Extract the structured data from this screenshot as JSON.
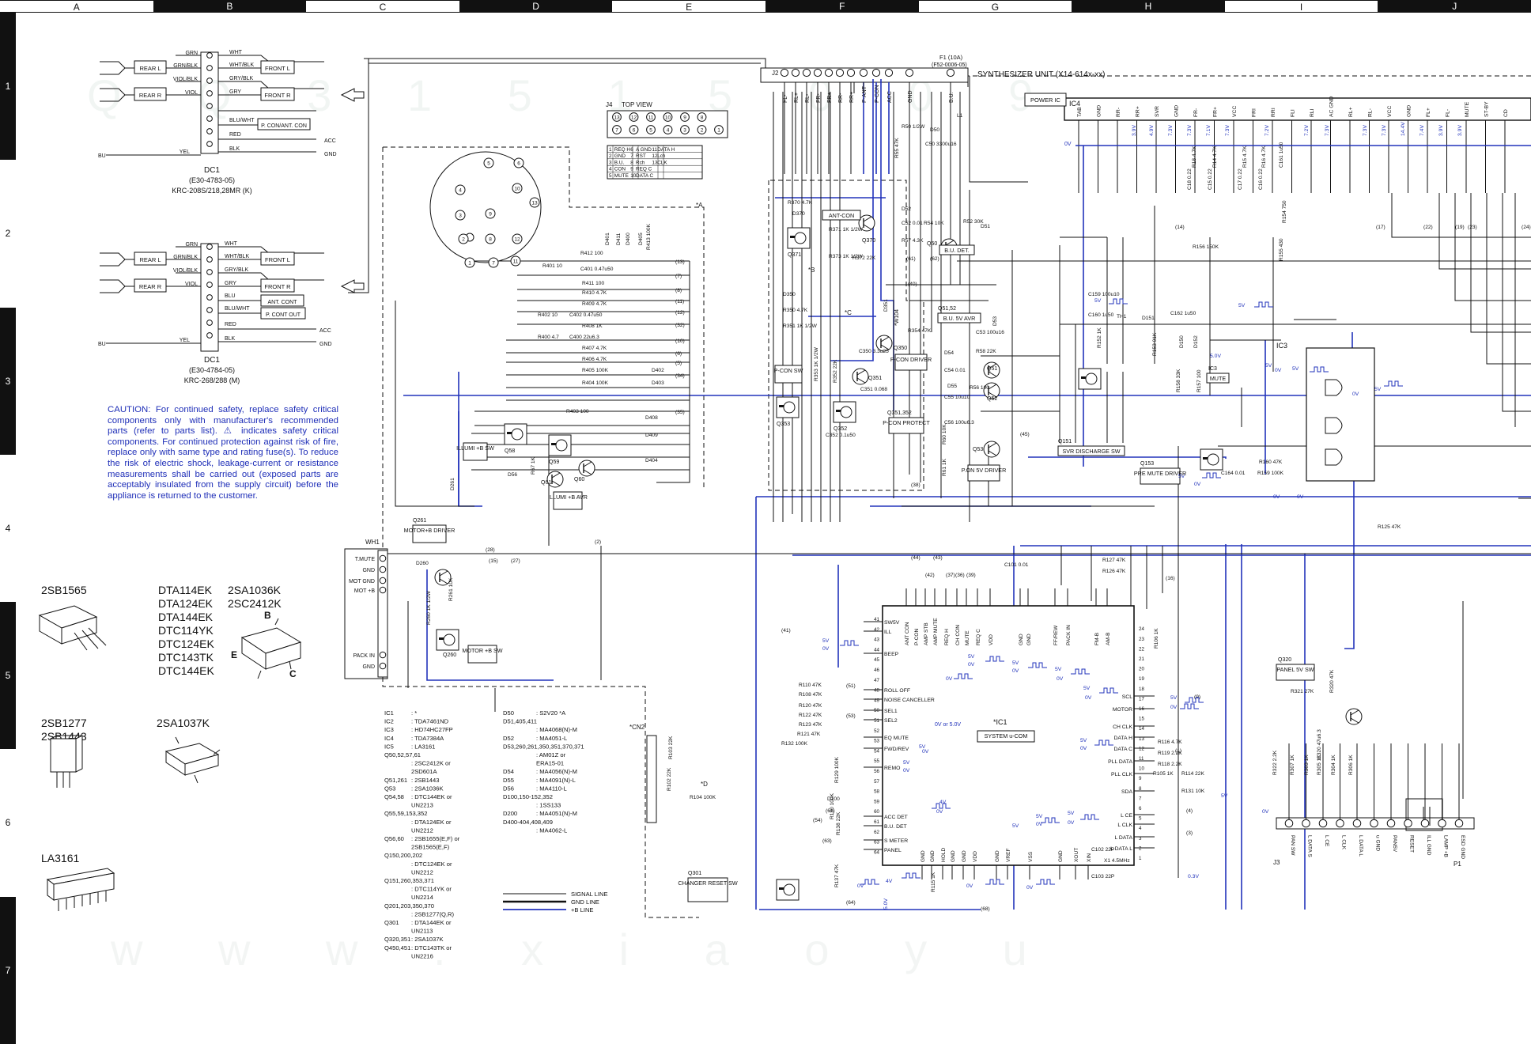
{
  "grid": {
    "columns": [
      "A",
      "B",
      "C",
      "D",
      "E",
      "F",
      "G",
      "H",
      "I",
      "J"
    ],
    "rows": [
      "1",
      "2",
      "3",
      "4",
      "5",
      "6",
      "7"
    ]
  },
  "header": {
    "synth_unit": "SYNTHESIZER UNIT (X14-614x-xx)",
    "fuse": "F1 (10A)",
    "fuse_part": "(F52-0006-05)",
    "j2": "J2",
    "j3": "J3",
    "p1": "P1",
    "j4": "J4",
    "top_view": "TOP VIEW",
    "cn2": "*CN2",
    "wh1": "WH1"
  },
  "dc1_top": {
    "title": "DC1",
    "part": "(E30-4783-05)",
    "models": "KRC-208S/218,28MR (K)",
    "left_labels": [
      "REAR L",
      "REAR R"
    ],
    "wire_left": [
      "GRN",
      "GRN/BLK",
      "VIOL/BLK",
      "VIOL"
    ],
    "wire_right": [
      "WHT",
      "WHT/BLK",
      "GRY/BLK",
      "GRY",
      "BLU/WHT",
      "RED",
      "BLK"
    ],
    "right_labels": [
      "FRONT L",
      "FRONT R",
      "P. CON/ANT. CON"
    ],
    "acc": "ACC",
    "gnd": "GND",
    "bu": "BU",
    "yel": "YEL"
  },
  "dc1_bottom": {
    "title": "DC1",
    "part": "(E30-4784-05)",
    "models": "KRC-268/288 (M)",
    "left_labels": [
      "REAR L",
      "REAR R"
    ],
    "wire_left": [
      "GRN",
      "GRN/BLK",
      "VIOL/BLK",
      "VIOL"
    ],
    "wire_right": [
      "WHT",
      "WHT/BLK",
      "GRY/BLK",
      "GRY",
      "BLU",
      "BLU/WHT",
      "RED",
      "BLK"
    ],
    "right_labels": [
      "FRONT L",
      "FRONT R",
      "ANT. CONT",
      "P. CONT OUT"
    ],
    "acc": "ACC",
    "gnd": "GND",
    "bu": "BU",
    "yel": "YEL"
  },
  "caution": "CAUTION: For continued safety, replace safety critical components only with manufacturer's recommended parts (refer to parts list). ⚠ indicates safety critical components. For continued protection against risk of fire, replace only with same type and rating fuse(s). To reduce the risk of electric shock, leakage-current or resistance measurements shall be carried out (exposed parts are acceptably insulated from the supply circuit) before the appliance is returned to the customer.",
  "packages": {
    "p1_name": "2SB1565",
    "p2_names": [
      "DTA114EK",
      "DTA124EK",
      "DTA144EK",
      "DTC114YK",
      "DTC124EK",
      "DTC143TK",
      "DTC144EK"
    ],
    "p2b_names": [
      "2SA1036K",
      "2SC2412K"
    ],
    "p3_names": [
      "2SB1277",
      "2SB1443"
    ],
    "p4_name": "2SA1037K",
    "p5_name": "LA3161",
    "pin_b": "B",
    "pin_c": "C",
    "pin_e": "E"
  },
  "j4_table": {
    "rows": [
      [
        "1",
        "REQ H",
        "6",
        "A GND",
        "11",
        "DATA H"
      ],
      [
        "2",
        "GND",
        "7",
        "RST",
        "12",
        "Lch"
      ],
      [
        "3",
        "B.U.",
        "8",
        "Rch",
        "13",
        "CLK"
      ],
      [
        "4",
        "CON",
        "9",
        "REQ C",
        "",
        ""
      ],
      [
        "5",
        "MUTE",
        "10",
        "DATA C",
        "",
        ""
      ]
    ],
    "pins_top": [
      "13",
      "12",
      "11",
      "10",
      "9",
      "8",
      "7",
      "6",
      "5",
      "4",
      "3",
      "2",
      "1"
    ]
  },
  "ic_list": [
    [
      "IC1",
      ": *"
    ],
    [
      "IC2",
      ": TDA7461ND"
    ],
    [
      "IC3",
      ": HD74HC27FP"
    ],
    [
      "IC4",
      ": TDA7384A"
    ],
    [
      "IC5",
      ": LA3161"
    ],
    [
      "Q50,52,57,61",
      ""
    ],
    [
      "",
      ": 2SC2412K or"
    ],
    [
      "",
      "  2SD601A"
    ],
    [
      "Q51,261",
      ": 2SB1443"
    ],
    [
      "Q53",
      ": 2SA1036K"
    ],
    [
      "Q54,58",
      ": DTC144EK or"
    ],
    [
      "",
      "  UN2213"
    ],
    [
      "Q55,59,153,352",
      ""
    ],
    [
      "",
      ": DTA124EK or"
    ],
    [
      "",
      "  UN2212"
    ],
    [
      "Q56,60",
      ": 2SB1655(E,F) or"
    ],
    [
      "",
      "  2SB1565(E,F)"
    ],
    [
      "Q150,200,202",
      ""
    ],
    [
      "",
      ": DTC124EK or"
    ],
    [
      "",
      "  UN2212"
    ],
    [
      "Q151,260,353,371",
      ""
    ],
    [
      "",
      ": DTC114YK or"
    ],
    [
      "",
      "  UN2214"
    ],
    [
      "Q201,203,350,370",
      ""
    ],
    [
      "",
      ": 2SB1277(Q,R)"
    ],
    [
      "Q301",
      ": DTA144EK or"
    ],
    [
      "",
      "  UN2113"
    ],
    [
      "Q320,351",
      ": 2SA1037K"
    ],
    [
      "Q450,451",
      ": DTC143TK or"
    ],
    [
      "",
      "  UN2216"
    ]
  ],
  "diode_list": [
    [
      "D50",
      ": S2V20 *A"
    ],
    [
      "D51,405,411",
      ""
    ],
    [
      "",
      ": MA4068(N)-M"
    ],
    [
      "D52",
      ": MA4051-L"
    ],
    [
      "D53,260,261,350,351,370,371",
      ""
    ],
    [
      "",
      ": AM01Z or"
    ],
    [
      "",
      "  ERA15-01"
    ],
    [
      "D54",
      ": MA4056(N)-M"
    ],
    [
      "D55",
      ": MA4091(N)-L"
    ],
    [
      "D56",
      ": MA4110-L"
    ],
    [
      "D100,150-152,352",
      ""
    ],
    [
      "",
      ": 1SS133"
    ],
    [
      "D200",
      ": MA4051(N)-M"
    ],
    [
      "D400-404,408,409",
      ""
    ],
    [
      "",
      ": MA4062-L"
    ]
  ],
  "legend": {
    "signal": "SIGNAL LINE",
    "gnd": "GND LINE",
    "bline": "+B LINE"
  },
  "blocks": {
    "ic4": "IC4",
    "ic4_label": "POWER IC",
    "ic3": "IC3",
    "ic3_label": "IC3",
    "mute": "MUTE",
    "ic1": "*IC1",
    "ic1_label": "SYSTEM u-COM",
    "ant_con": "ANT-CON",
    "bu_det": "B.U. DET.",
    "bu_5v_avr": "B.U. 5V AVR",
    "p_con_sw": "P-CON SW",
    "p_con_driver": "P-CON DRIVER",
    "p_con_protect": "P-CON PROTECT",
    "q350": "Q350",
    "q351_352": "Q351,352",
    "q51_52": "Q51,52",
    "p_on_5v": "P.ON 5V DRIVER",
    "svr_discharge": "SVR DISCHARGE SW",
    "pre_mute": "PRE MUTE DRIVER",
    "q151": "Q151",
    "q153": "Q153",
    "illumi_sw": "ILLUMI +B SW",
    "illumi_avr": "ILLUMI +B AVR",
    "motor_driver": "MOTOR+B DRIVER",
    "motor_sw": "MOTOR +B SW",
    "q261": "Q261",
    "q260": "Q260",
    "q301": "Q301",
    "changer_reset": "CHANGER RESET SW",
    "panel_5v": "PANEL 5V SW",
    "q320": "Q320"
  },
  "wh1_pins": [
    "T.MUTE",
    "GND",
    "MOT GND",
    "MOT +B",
    "PACK IN",
    "GND"
  ],
  "ic1_left_pins": [
    "SW5V",
    "ILL",
    "BEEP",
    "ROLL OFF",
    "NOISE CANCELLER",
    "SEL1",
    "SEL2",
    "EQ MUTE",
    "FWD/REV",
    "REMO",
    "ACC DET",
    "B.U. DET",
    "S METER",
    "PANEL"
  ],
  "ic1_top_pins": [
    "ANT CON",
    "P-CON",
    "AMP STB",
    "AMP MUTE",
    "REQ H",
    "CH CON",
    "MUTE",
    "REQ C",
    "VDD",
    "GND",
    "GND",
    "FF/REW",
    "PACK IN",
    "FM-B",
    "AM-B"
  ],
  "ic1_right_pins": [
    "SCL",
    "MOTOR",
    "CH CLK",
    "DATA H",
    "DATA C",
    "PLL DATA",
    "PLL CLK",
    "SDA",
    "L CE",
    "L CLK",
    "L DATA",
    "L DATA L"
  ],
  "ic1_bottom_pins": [
    "GND",
    "GND",
    "HOLD",
    "GND",
    "GND",
    "VDD",
    "GND",
    "VREF",
    "VSS",
    "GND",
    "XOUT",
    "XIN"
  ],
  "j3_pins": [
    "PAN SW",
    "L DATA S",
    "L CE",
    "L CLK",
    "L DATA L",
    "u GND",
    "PAN5V",
    "RESET",
    "ILL GND",
    "LAMP +B",
    "ESD GND"
  ],
  "ic4_pins": [
    "TAB",
    "GND",
    "RR-",
    "RR+",
    "SVR",
    "GND",
    "FR-",
    "FR+",
    "VCC",
    "FRI",
    "RRI",
    "FLI",
    "RLI",
    "AC GND",
    "RL+",
    "RL-",
    "VCC",
    "GND",
    "FL+",
    "FL-",
    "MUTE",
    "ST-BY",
    "CD"
  ],
  "j2_pins": [
    "FL-",
    "RL+",
    "RL-",
    "FR-",
    "FR+",
    "RR-",
    "RR+",
    "P-ANT",
    "P-CON",
    "ACC",
    "GND",
    "B.U."
  ],
  "voltages": {
    "v0": "0V",
    "v5": "5V",
    "v50": "5.0V",
    "v4": "4V",
    "v0or5": "0V or 5.0V",
    "v73": "7.3V",
    "v72": "7.2V",
    "v144": "14.4V",
    "v39": "3.9V",
    "v49": "4.9V",
    "v71": "7.1V",
    "v74": "7.4V",
    "v03": "0.3V",
    "v50b": "5.0V",
    "v03b": "0.3V"
  },
  "components": {
    "r370": "R370 4.7K",
    "d370": "D370",
    "r371": "R371 1K 1/2W",
    "r373": "R373 1K 1/2W",
    "r372": "R372 22K",
    "q370": "Q370",
    "q371": "Q371",
    "d350": "D350",
    "r350": "R350 4.7K",
    "d351": "D351",
    "r351": "R351 1K 1/2W",
    "q353": "Q353",
    "q351": "Q351",
    "q352": "Q352",
    "d352": "D352",
    "c350": "C350 3.3u25",
    "c351": "C351 0.068",
    "c352": "C352 0.1u50",
    "r352": "R352 22K",
    "r353": "R353 1K 1/2W",
    "r354": "R354 47K",
    "r50": "R50 1/2W",
    "d50": "D50",
    "c50": "C50 3300u16",
    "l1": "L1",
    "r55": "R55 47K",
    "d52": "D52",
    "c52": "C52 0.01",
    "r54": "R54 10K",
    "r52": "R52 30K",
    "d51": "D51",
    "r57": "R57 4.3K",
    "q50": "Q50",
    "c53": "C53 100u16",
    "r58": "R58 22K",
    "d53": "D53",
    "d54": "D54",
    "c54": "C54 0.01",
    "q51": "Q51",
    "d55": "D55",
    "c55": "C55 10u10",
    "q52": "Q52",
    "r56": "R56 100",
    "c56": "C56 100u6.3",
    "r60": "R60 10K",
    "q53": "Q53",
    "r61": "R61 1K",
    "r412": "R412 100",
    "c401": "C401 0.47u50",
    "r401": "R401 10",
    "r411": "R411 100",
    "r410": "R410 4.7K",
    "r409": "R409 4.7K",
    "r402": "R402 10",
    "c402": "C402 0.47u50",
    "r408": "R408 1K",
    "r400": "R400 4.7",
    "c400": "C400 22u6.3",
    "r407": "R407 4.7K",
    "r406": "R406 4.7K",
    "r405": "R405 100K",
    "r404": "R404 100K",
    "r403": "R403 100",
    "d401": "D401",
    "d411": "D411",
    "d400": "D400",
    "d405": "D405",
    "d402": "D402",
    "d403": "D403",
    "d408": "D408",
    "d409": "D409",
    "d404": "D404",
    "r413": "R413 100K",
    "q58": "Q58",
    "q59": "Q59",
    "q61": "Q61",
    "q60": "Q60",
    "d56": "D56",
    "r67": "R67 1K",
    "d261": "D261",
    "d260": "D260",
    "r261": "R261 10K",
    "r260": "R260 1K 1/2W",
    "c159": "C159 100u10",
    "c160": "C160 1u50",
    "th1": "TH1",
    "d151": "D151",
    "c162": "C162 1u50",
    "r152": "R152 1K",
    "r153": "R153 91K",
    "d150": "D150",
    "d152": "D152",
    "r158": "R158 33K",
    "r157": "R157 100",
    "r156": "R156 150K",
    "r155": "R155 430",
    "r154": "R154 750",
    "r160": "R160 47K",
    "r159": "R159 100K",
    "c164": "C164 0.01",
    "r125": "R125 47K",
    "c101": "C101 0.01",
    "r127": "R127 47K",
    "r126": "R126 47K",
    "r106": "R106 1K",
    "r110": "R110 47K",
    "r108": "R108 47K",
    "r120": "R120 47K",
    "r122": "R122 47K",
    "r123": "R123 47K",
    "r121": "R121 47K",
    "r132": "R132 100K",
    "r129": "R129 100K",
    "d100": "D100",
    "r130": "R130 100K",
    "r138": "R138 22K",
    "r137": "R137 47K",
    "r115": "R115 1K",
    "r116": "R116 4.7K",
    "r119": "R119 2.2K",
    "r118": "R118 2.2K",
    "r105": "R105 1K",
    "r114": "R114 22K",
    "r131": "R131 10K",
    "c102": "C102 22P",
    "c103": "C103 22P",
    "x1": "X1 4.5MHz",
    "r104": "R104 100K",
    "r103": "R103 22K",
    "r102": "R102 22K",
    "r321": "R321 27K",
    "r320": "R320 47K",
    "c320": "C320 47u6.3",
    "r306": "R306 1K",
    "r322": "R322 2.2K",
    "r307": "R307 1K",
    "r303": "R303 1K",
    "r305": "R305 1K",
    "r304": "R304 1K",
    "r18": "R18 4.7K",
    "r14": "R14 4.7K",
    "r15": "R15 4.7K",
    "r16": "R16 4.7K",
    "c18": "C18 0.22",
    "c15": "C15 0.22",
    "c17": "C17 0.22",
    "c16": "C16 0.22",
    "c161": "C161 1u50"
  },
  "net_numbers": [
    "13",
    "7",
    "8",
    "11",
    "12",
    "32",
    "10",
    "6",
    "5",
    "34",
    "35",
    "2",
    "28",
    "27",
    "15",
    "41",
    "44",
    "43",
    "42",
    "37",
    "36",
    "39",
    "45",
    "54",
    "61",
    "63",
    "64",
    "9",
    "23",
    "24",
    "17",
    "22",
    "19",
    "14",
    "16",
    "1",
    "4",
    "3",
    "40",
    "61",
    "62",
    "38",
    "68",
    "51",
    "53"
  ],
  "markers": {
    "a": "*A",
    "b": "*B",
    "c": "*C",
    "d": "*D",
    "w104": "*W104"
  },
  "colors": {
    "bline": "#2233bb",
    "ink": "#111111",
    "watermark": "#d8e3dc"
  }
}
